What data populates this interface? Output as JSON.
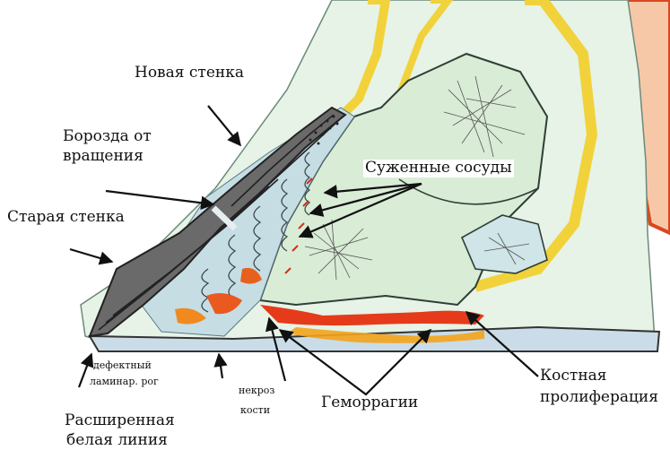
{
  "diagram": {
    "labels": {
      "new_wall": "Новая стенка",
      "rotation_groove_1": "Борозда от",
      "rotation_groove_2": "вращения",
      "narrowed_vessels": "Суженные сосуды",
      "old_wall": "Старая стенка",
      "defective_horn_1": "дефектный",
      "defective_horn_2": "ламинар. рог",
      "necrosis_1": "некроз",
      "necrosis_2": "кости",
      "hemorrhages": "Геморрагии",
      "bone_prolif_1": "Костная",
      "bone_prolif_2": "пролиферация",
      "white_line_1": "Расширенная",
      "white_line_2": "белая линия"
    },
    "colors": {
      "hoof_wall": "#5a5a5a",
      "bone": "#dcefdc",
      "sole": "#c9dce8",
      "hemorrhage": "#e53b1a",
      "tissue_yellow": "#f2d23a",
      "coronary": "#d9481f"
    }
  }
}
